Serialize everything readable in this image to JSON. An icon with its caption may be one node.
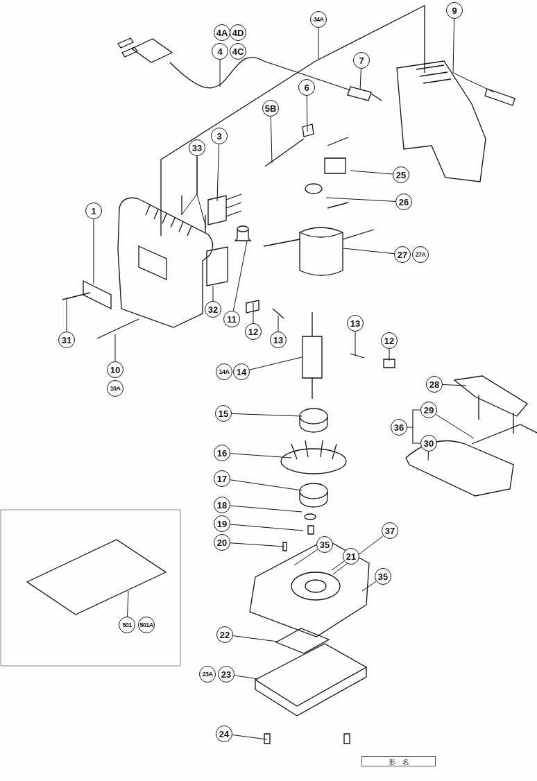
{
  "diagram": {
    "nodes": [
      {
        "text": [
          "9"
        ]
      },
      {
        "text": [
          "34A"
        ]
      },
      {
        "text": [
          "4A"
        ]
      },
      {
        "text": [
          "4D"
        ]
      },
      {
        "text": [
          "4"
        ]
      },
      {
        "text": [
          "4C"
        ]
      },
      {
        "text": [
          "7"
        ]
      },
      {
        "text": [
          "6"
        ]
      },
      {
        "text": [
          "5B"
        ]
      },
      {
        "text": [
          "3"
        ]
      },
      {
        "text": [
          "33"
        ]
      },
      {
        "text": [
          "25"
        ]
      },
      {
        "text": [
          "26"
        ]
      },
      {
        "text": [
          "1"
        ]
      },
      {
        "text": [
          "27"
        ]
      },
      {
        "text": [
          "27A"
        ]
      },
      {
        "text": [
          "32"
        ]
      },
      {
        "text": [
          "11"
        ]
      },
      {
        "text": [
          "31"
        ]
      },
      {
        "text": [
          "12"
        ]
      },
      {
        "text": [
          "13"
        ]
      },
      {
        "text": [
          "13"
        ]
      },
      {
        "text": [
          "12"
        ]
      },
      {
        "text": [
          "10"
        ]
      },
      {
        "text": [
          "10A"
        ]
      },
      {
        "text": [
          "14A"
        ]
      },
      {
        "text": [
          "14"
        ]
      },
      {
        "text": [
          "28"
        ]
      },
      {
        "text": [
          "29"
        ]
      },
      {
        "text": [
          "15"
        ]
      },
      {
        "text": [
          "36"
        ]
      },
      {
        "text": [
          "30"
        ]
      },
      {
        "text": [
          "16"
        ]
      },
      {
        "text": [
          "17"
        ]
      },
      {
        "text": [
          "18"
        ]
      },
      {
        "text": [
          "19"
        ]
      },
      {
        "text": [
          "37"
        ]
      },
      {
        "text": [
          "20"
        ]
      },
      {
        "text": [
          "35"
        ]
      },
      {
        "text": [
          "21"
        ]
      },
      {
        "text": [
          "35"
        ]
      },
      {
        "text": [
          "501"
        ]
      },
      {
        "text": [
          "501A"
        ]
      },
      {
        "text": [
          "22"
        ]
      },
      {
        "text": [
          "23A"
        ]
      },
      {
        "text": [
          "23"
        ]
      },
      {
        "text": [
          "24"
        ]
      }
    ],
    "edges": [
      {
        "from": 0,
        "to": null,
        "arrow": "none"
      },
      {
        "from": 1,
        "to": null,
        "arrow": "none"
      },
      {
        "from": 4,
        "to": null,
        "arrow": "none"
      },
      {
        "from": 6,
        "to": null,
        "arrow": "none"
      },
      {
        "from": 7,
        "to": null,
        "arrow": "none"
      },
      {
        "from": 8,
        "to": null,
        "arrow": "none"
      },
      {
        "from": 9,
        "to": null,
        "arrow": "none"
      },
      {
        "from": 10,
        "to": null,
        "arrow": "none"
      },
      {
        "from": 10,
        "to": null,
        "arrow": "none"
      },
      {
        "from": 11,
        "to": null,
        "arrow": "none"
      },
      {
        "from": 12,
        "to": null,
        "arrow": "none"
      },
      {
        "from": 13,
        "to": null,
        "arrow": "none"
      },
      {
        "from": 14,
        "to": null,
        "arrow": "none"
      },
      {
        "from": 16,
        "to": null,
        "arrow": "none"
      },
      {
        "from": 17,
        "to": null,
        "arrow": "none"
      },
      {
        "from": 18,
        "to": null,
        "arrow": "none"
      },
      {
        "from": 19,
        "to": null,
        "arrow": "none"
      },
      {
        "from": 20,
        "to": null,
        "arrow": "none"
      },
      {
        "from": 21,
        "to": null,
        "arrow": "none"
      },
      {
        "from": 22,
        "to": null,
        "arrow": "none"
      },
      {
        "from": 23,
        "to": null,
        "arrow": "none"
      },
      {
        "from": 26,
        "to": null,
        "arrow": "none"
      },
      {
        "from": 27,
        "to": null,
        "arrow": "none"
      },
      {
        "from": 28,
        "to": null,
        "arrow": "none"
      },
      {
        "from": 29,
        "to": null,
        "arrow": "none"
      },
      {
        "from": 31,
        "to": null,
        "arrow": "none"
      },
      {
        "from": 32,
        "to": null,
        "arrow": "none"
      },
      {
        "from": 33,
        "to": null,
        "arrow": "none"
      },
      {
        "from": 34,
        "to": null,
        "arrow": "none"
      },
      {
        "from": 35,
        "to": null,
        "arrow": "none"
      },
      {
        "from": 36,
        "to": null,
        "arrow": "none"
      },
      {
        "from": 37,
        "to": null,
        "arrow": "none"
      },
      {
        "from": 38,
        "to": null,
        "arrow": "none"
      },
      {
        "from": 39,
        "to": null,
        "arrow": "none"
      },
      {
        "from": 40,
        "to": null,
        "arrow": "none"
      },
      {
        "from": 41,
        "to": null,
        "arrow": "none"
      },
      {
        "from": 43,
        "to": null,
        "arrow": "none"
      },
      {
        "from": 45,
        "to": null,
        "arrow": "none"
      },
      {
        "from": 46,
        "to": null,
        "arrow": "none"
      }
    ],
    "labels": [
      "形　名"
    ]
  }
}
